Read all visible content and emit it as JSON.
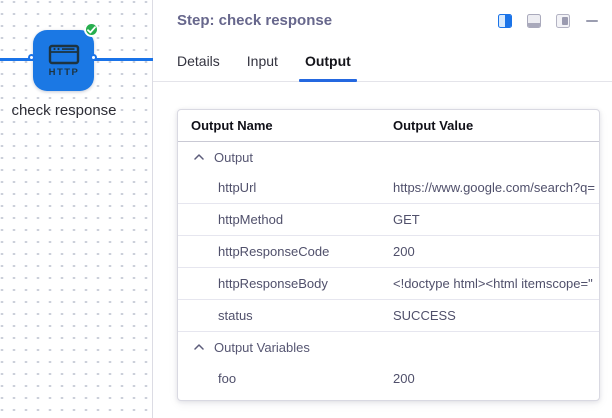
{
  "colors": {
    "accent_blue": "#1a73e8",
    "success_green": "#27ae4e",
    "active_tab_underline": "#2468e0"
  },
  "canvas": {
    "node_label": "check response",
    "node_type_label": "HTTP"
  },
  "panel": {
    "title": "Step: check response",
    "window_controls": [
      "dock-right",
      "dock-bottom",
      "float-window",
      "minimize"
    ],
    "tabs": [
      {
        "label": "Details",
        "active": false
      },
      {
        "label": "Input",
        "active": false
      },
      {
        "label": "Output",
        "active": true
      }
    ]
  },
  "table": {
    "columns": [
      "Output Name",
      "Output Value"
    ],
    "groups": [
      {
        "label": "Output",
        "expanded": true,
        "rows": [
          {
            "name": "httpUrl",
            "value": "https://www.google.com/search?q="
          },
          {
            "name": "httpMethod",
            "value": "GET"
          },
          {
            "name": "httpResponseCode",
            "value": "200"
          },
          {
            "name": "httpResponseBody",
            "value": "<!doctype html><html itemscope=\""
          },
          {
            "name": "status",
            "value": "SUCCESS"
          }
        ]
      },
      {
        "label": "Output Variables",
        "expanded": true,
        "rows": [
          {
            "name": "foo",
            "value": "200"
          }
        ]
      }
    ]
  }
}
